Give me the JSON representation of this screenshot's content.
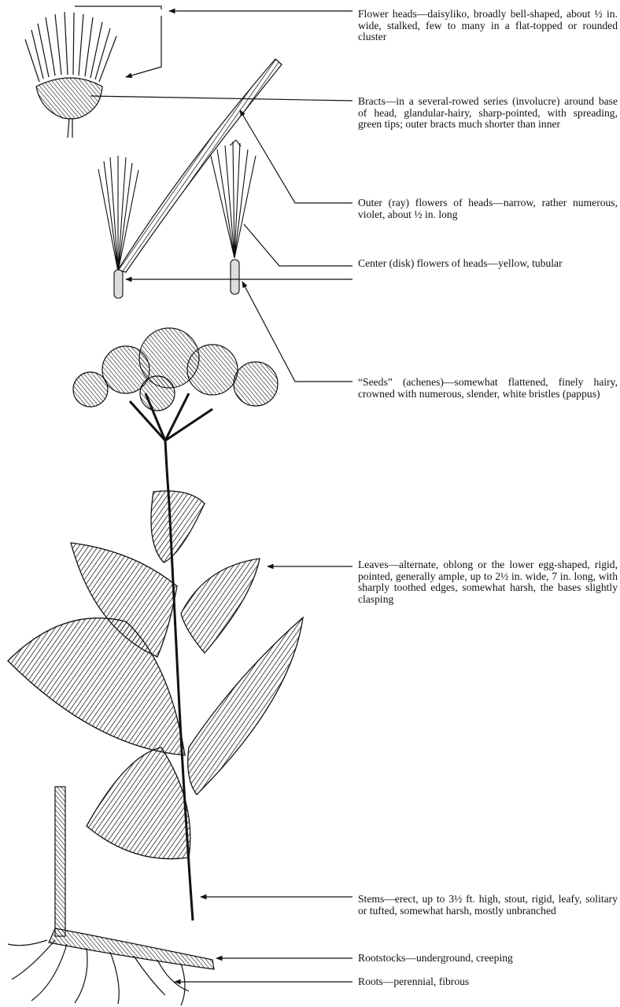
{
  "diagram": {
    "ink_color": "#111111",
    "labels": [
      {
        "key": "flower_heads",
        "text": "Flower heads—daisyliko, broadly bell-shaped, about ½ in. wide, stalked, few to many in a flat-topped or rounded cluster"
      },
      {
        "key": "bracts",
        "text": "Bracts—in a several-rowed series (involucre) around base of head, glandular-hairy, sharp-pointed, with spreading, green tips; outer bracts much shorter than inner"
      },
      {
        "key": "ray_flowers",
        "text": "Outer (ray) flowers of heads—narrow, rather numerous, violet, about ½ in. long"
      },
      {
        "key": "disk_flowers",
        "text": "Center (disk) flowers of heads—yellow, tubular"
      },
      {
        "key": "seeds",
        "text": "“Seeds” (achenes)—somewhat flattened, finely hairy, crowned with numerous, slender, white bristles (pappus)"
      },
      {
        "key": "leaves",
        "text": "Leaves—alternate, oblong or the lower egg-shaped, rigid, pointed, generally ample, up to 2½ in. wide, 7 in. long, with sharply toothed edges, somewhat harsh, the bases slightly clasping"
      },
      {
        "key": "stems",
        "text": "Stems—erect, up to 3½ ft. high, stout, rigid, leafy, solitary or tufted, somewhat harsh, mostly unbranched"
      },
      {
        "key": "rootstocks",
        "text": "Rootstocks—underground, creeping"
      },
      {
        "key": "roots",
        "text": "Roots—perennial, fibrous"
      }
    ]
  }
}
